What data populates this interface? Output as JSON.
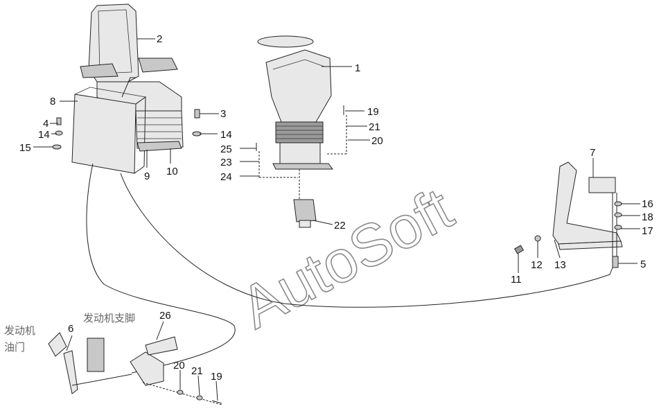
{
  "watermark": "AutoSoft",
  "chinese_labels": {
    "engine_throttle_line1": "发动机",
    "engine_throttle_line2": "油门",
    "engine_bracket": "发动机支脚"
  },
  "part_numbers": {
    "p1": "1",
    "p2": "2",
    "p3": "3",
    "p4": "4",
    "p5": "5",
    "p6": "6",
    "p7": "7",
    "p8": "8",
    "p9": "9",
    "p10": "10",
    "p11": "11",
    "p12": "12",
    "p13": "13",
    "p14a": "14",
    "p14b": "14",
    "p15": "15",
    "p16": "16",
    "p17": "17",
    "p18": "18",
    "p19a": "19",
    "p19b": "19",
    "p20a": "20",
    "p20b": "20",
    "p21a": "21",
    "p21b": "21",
    "p22": "22",
    "p23": "23",
    "p24": "24",
    "p25": "25",
    "p26": "26"
  }
}
